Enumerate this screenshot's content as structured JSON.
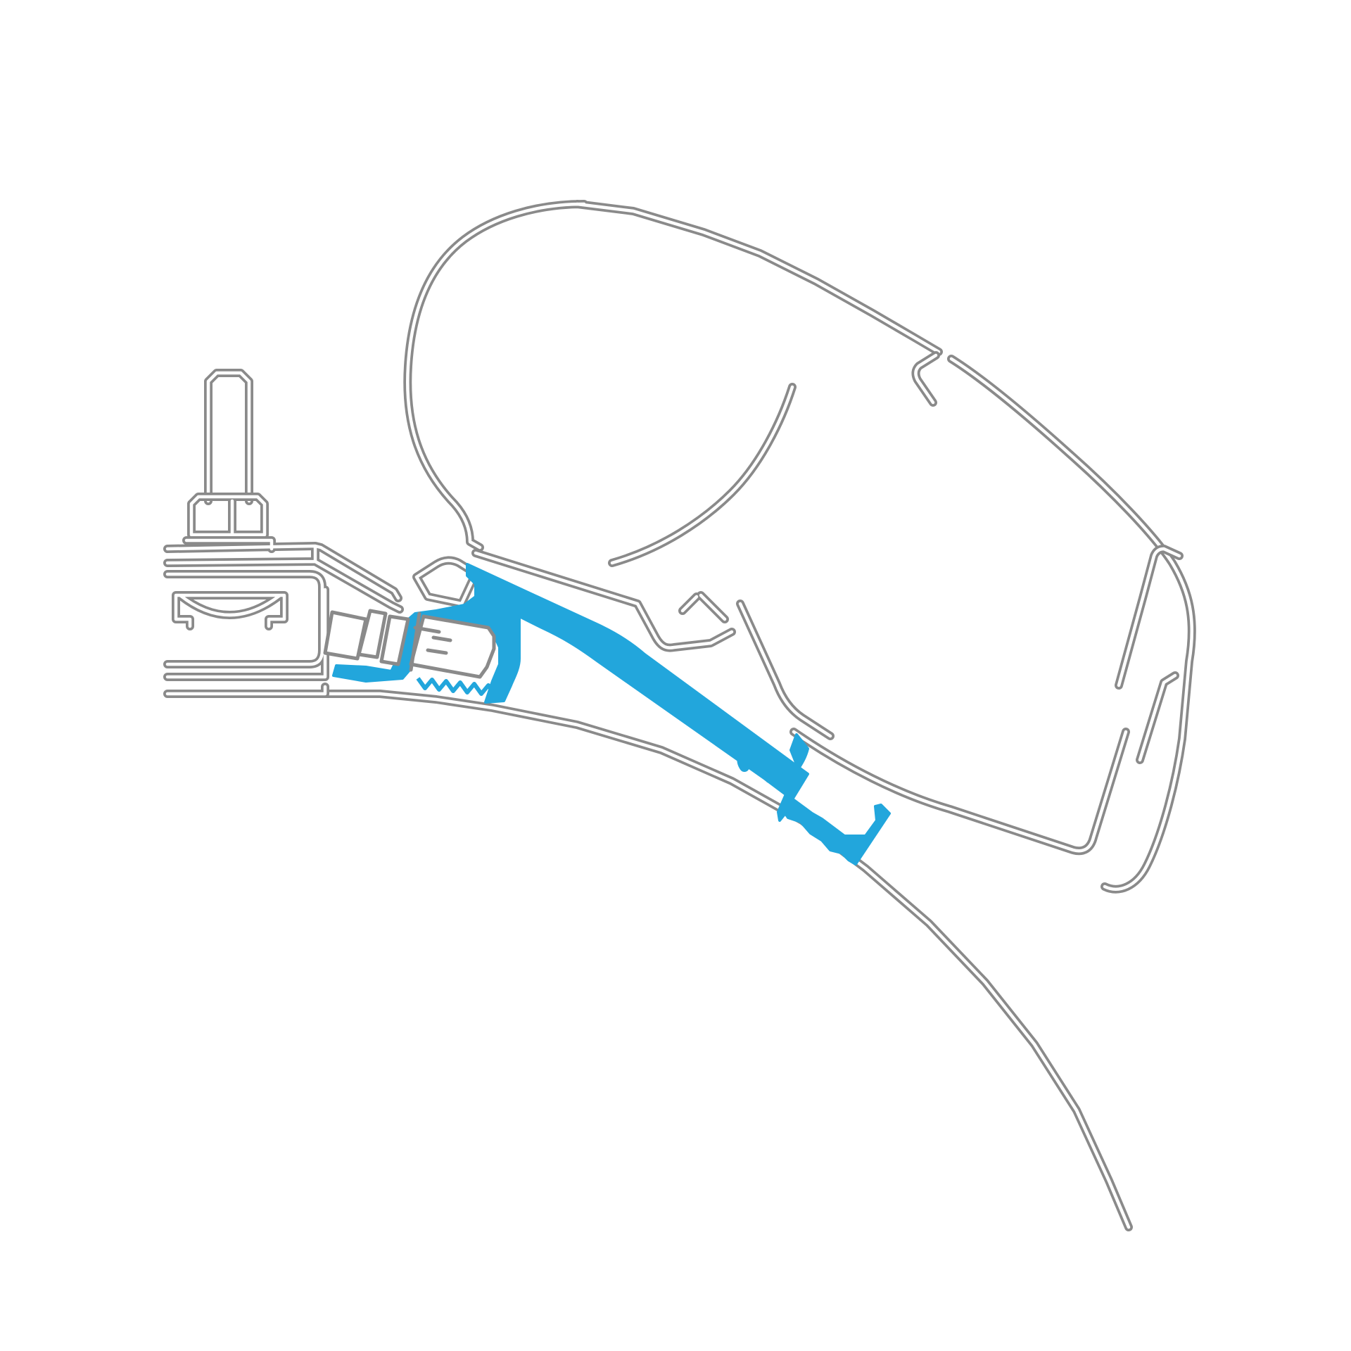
{
  "diagram": {
    "colors": {
      "outline": "#8a8a8a",
      "highlight": "#22a6dc",
      "background": "#ffffff"
    },
    "parts": [
      "mounting-bolt",
      "hex-nut",
      "mounting-bracket",
      "awning-cassette-housing",
      "roller-tube-clip",
      "adapter-profile",
      "vehicle-roof-panel"
    ]
  }
}
